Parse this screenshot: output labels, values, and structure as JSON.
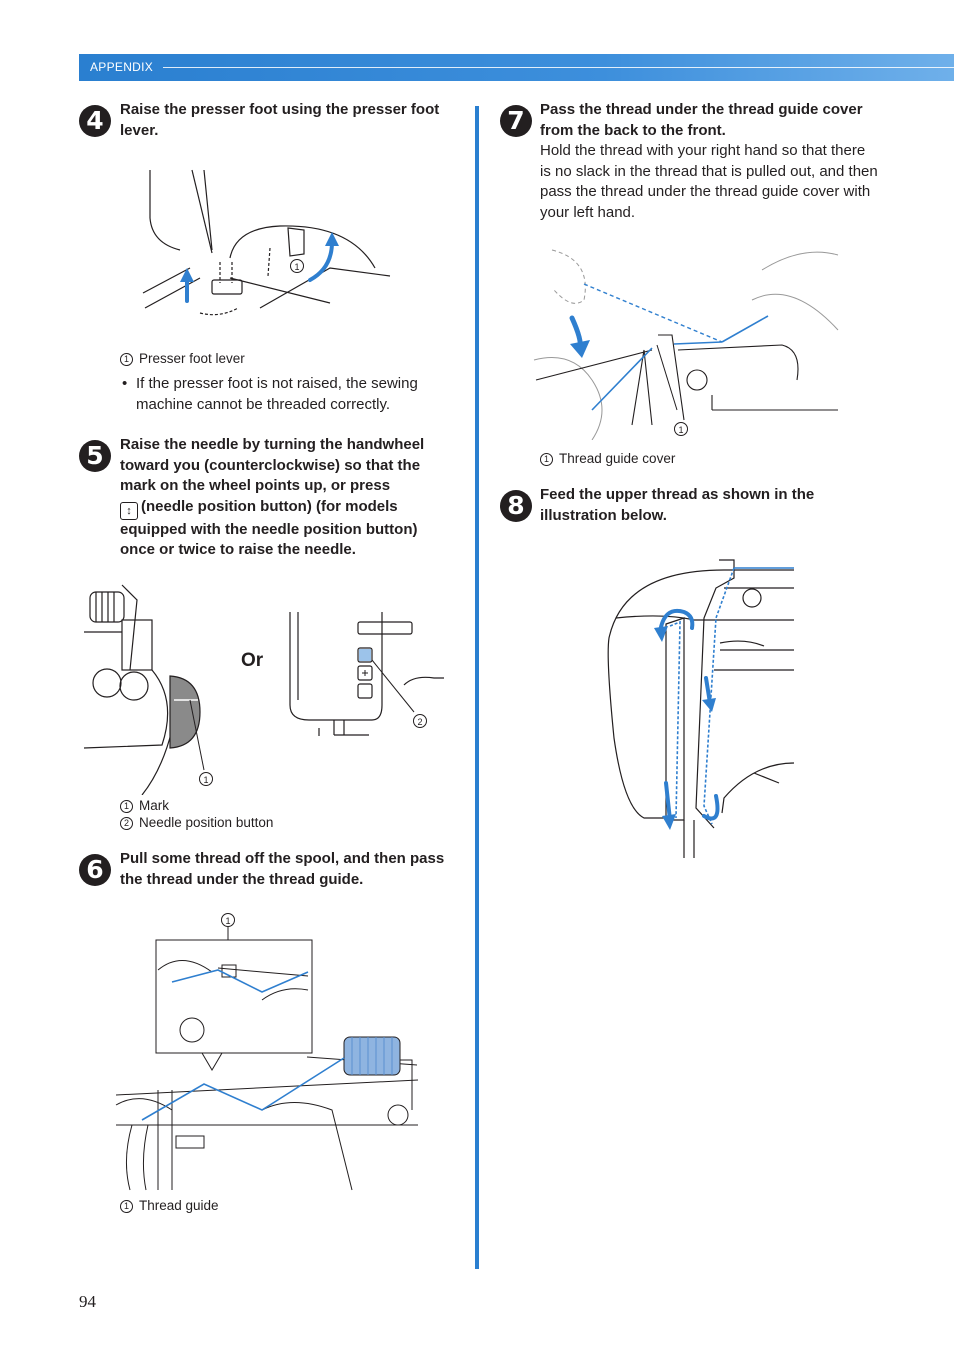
{
  "header": {
    "section": "APPENDIX"
  },
  "page_number": "94",
  "steps": {
    "s4": {
      "number": "4",
      "title": "Raise the presser foot using the presser foot lever.",
      "callout_1": "1",
      "caption_1": "Presser foot lever",
      "note": "If the presser foot is not raised, the sewing machine cannot be threaded correctly."
    },
    "s5": {
      "number": "5",
      "title_line1": "Raise the needle by turning the handwheel",
      "title_line2": "toward you (counterclockwise) so that the",
      "title_line3": "mark on the wheel points up, or press",
      "title_line4": "(needle position button) (for models",
      "title_line5": "equipped with the needle position button)",
      "title_line6": "once or twice to raise the needle.",
      "or_label": "Or",
      "callout_1": "1",
      "callout_2": "2",
      "caption_1": "Mark",
      "caption_2": "Needle position button"
    },
    "s6": {
      "number": "6",
      "title": "Pull some thread off the spool, and then pass the thread under the thread guide.",
      "callout_1": "1",
      "caption_1": "Thread guide"
    },
    "s7": {
      "number": "7",
      "title": "Pass the thread under the thread guide cover from the back to the front.",
      "body": "Hold the thread with your right hand so that there is no slack in the thread that is pulled out, and then pass the thread under the thread guide cover with your left hand.",
      "callout_1": "1",
      "caption_1": "Thread guide cover"
    },
    "s8": {
      "number": "8",
      "title": "Feed the upper thread as shown in the illustration below."
    }
  },
  "colors": {
    "accent": "#2a7fd0",
    "thread": "#2f7fcf",
    "ink": "#231f20"
  }
}
